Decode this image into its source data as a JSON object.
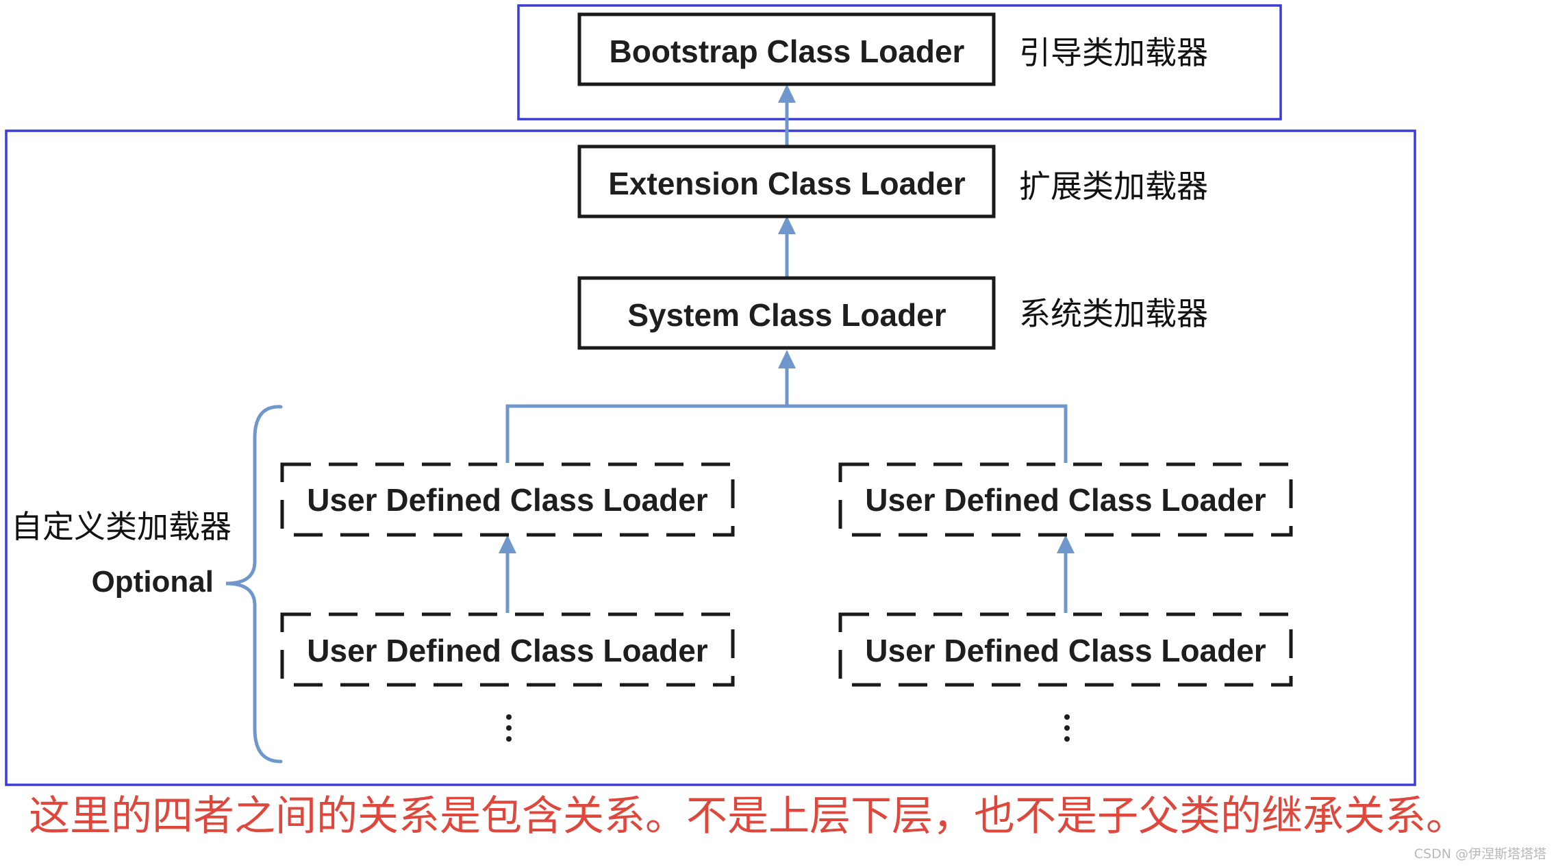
{
  "nodes": {
    "bootstrap": {
      "label": "Bootstrap Class Loader",
      "cn": "引导类加载器"
    },
    "extension": {
      "label": "Extension Class Loader",
      "cn": "扩展类加载器"
    },
    "system": {
      "label": "System Class Loader",
      "cn": "系统类加载器"
    },
    "user_defined": {
      "cn": "自定义类加载器",
      "optional": "Optional",
      "left_upper": "User Defined Class Loader",
      "left_lower": "User Defined Class Loader",
      "right_upper": "User Defined Class Loader",
      "right_lower": "User Defined Class Loader"
    }
  },
  "note": "这里的四者之间的关系是包含关系。不是上层下层，也不是子父类的继承关系。",
  "watermark": "CSDN @伊涅斯塔塔塔"
}
